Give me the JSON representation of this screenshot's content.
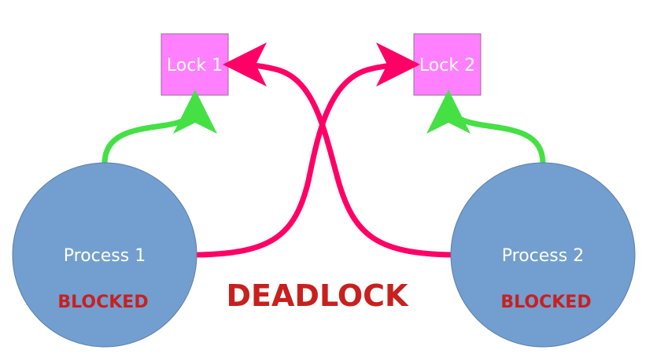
{
  "locks": [
    {
      "label": "Lock 1"
    },
    {
      "label": "Lock 2"
    }
  ],
  "processes": [
    {
      "label": "Process 1",
      "status": "BLOCKED"
    },
    {
      "label": "Process 2",
      "status": "BLOCKED"
    }
  ],
  "title": "DEADLOCK",
  "colors": {
    "lock_fill": "#ff80ff",
    "lock_border": "#9a6a9a",
    "process_fill": "#729fcf",
    "process_border": "#5c7fa6",
    "holds_arrow": "#44e044",
    "waits_arrow": "#ff0066",
    "blocked_text": "#c8201f",
    "lock_text": "#ffffff",
    "process_text": "#ffffff"
  }
}
